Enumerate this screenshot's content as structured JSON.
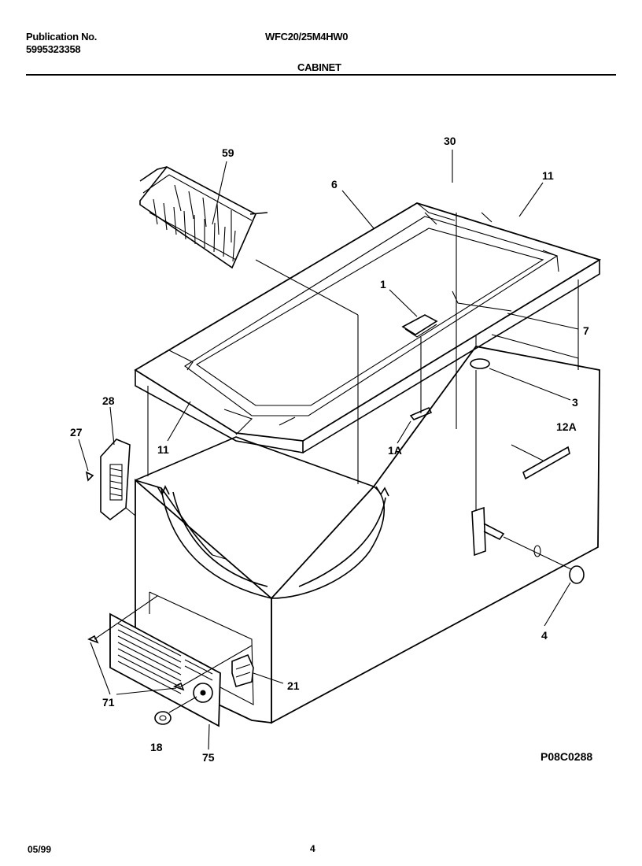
{
  "header": {
    "publication_label": "Publication No.",
    "publication_number": "5995323358",
    "model": "WFC20/25M4HW0",
    "section": "CABINET"
  },
  "diagram": {
    "code": "P08C0288",
    "callouts": {
      "c59": "59",
      "c30": "30",
      "c6": "6",
      "c11a": "11",
      "c1": "1",
      "c7": "7",
      "c3": "3",
      "c28": "28",
      "c27": "27",
      "c11b": "11",
      "c1A": "1A",
      "c12A": "12A",
      "c4": "4",
      "c21": "21",
      "c71": "71",
      "c18": "18",
      "c75": "75"
    }
  },
  "footer": {
    "date": "05/99",
    "page": "4"
  }
}
